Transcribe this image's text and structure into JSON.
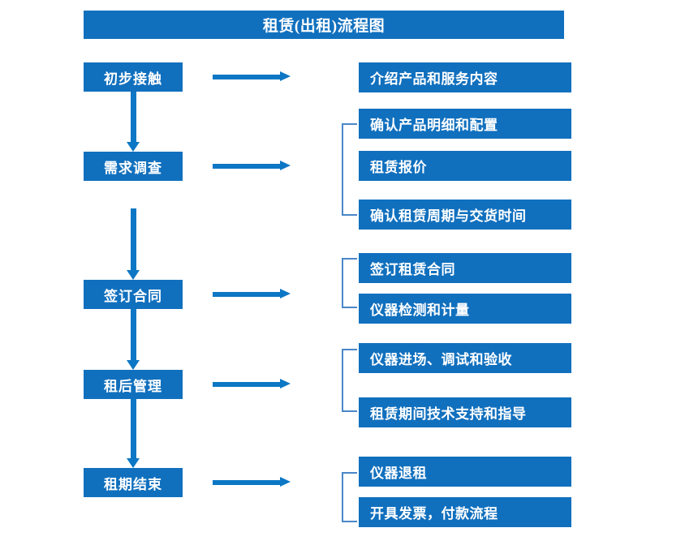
{
  "title": "租赁(出租)流程图",
  "colors": {
    "box_blue": "#1170BE",
    "arrow_blue": "#0C77C4",
    "bracket_blue": "#4A86C8",
    "text_white": "#FFFFFF",
    "background": "#FFFFFF"
  },
  "flow": {
    "stages": [
      {
        "label": "初步接触"
      },
      {
        "label": "需求调查"
      },
      {
        "label": "签订合同"
      },
      {
        "label": "租后管理"
      },
      {
        "label": "租期结束"
      }
    ]
  },
  "details": {
    "items": [
      {
        "label": "介绍产品和服务内容"
      },
      {
        "label": "确认产品明细和配置"
      },
      {
        "label": "租赁报价"
      },
      {
        "label": "确认租赁周期与交货时间"
      },
      {
        "label": "签订租赁合同"
      },
      {
        "label": "仪器检测和计量"
      },
      {
        "label": "仪器进场、调试和验收"
      },
      {
        "label": "租赁期间技术支持和指导"
      },
      {
        "label": "仪器退租"
      },
      {
        "label": "开具发票，付款流程"
      }
    ]
  },
  "groups": [
    {
      "from": "确认产品明细和配置",
      "to": "确认租赁周期与交货时间",
      "count": 3
    },
    {
      "from": "签订租赁合同",
      "to": "仪器检测和计量",
      "count": 2
    },
    {
      "from": "仪器进场、调试和验收",
      "to": "租赁期间技术支持和指导",
      "count": 2
    },
    {
      "from": "仪器退租",
      "to": "开具发票，付款流程",
      "count": 2
    }
  ],
  "connectors": {
    "horizontal_arrows": 5,
    "vertical_arrows": 4
  }
}
